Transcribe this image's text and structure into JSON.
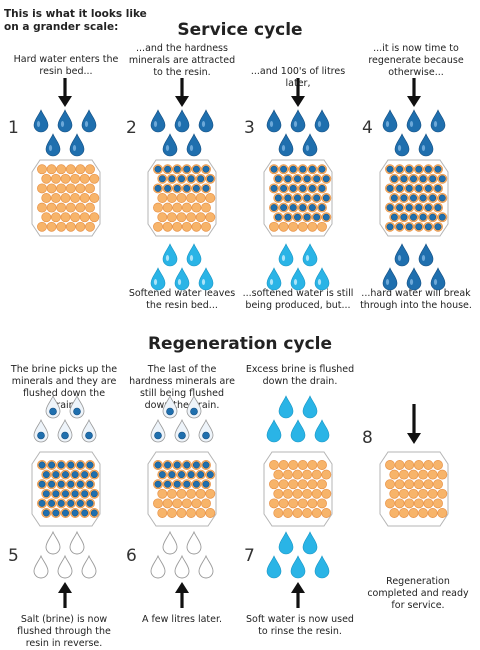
{
  "intro": "This is what it looks like on a grander scale:",
  "service": {
    "title": "Service cycle",
    "steps": [
      {
        "num": "1",
        "top": "Hard water enters the resin bed...",
        "bottom": ""
      },
      {
        "num": "2",
        "top": "...and the hardness minerals are attracted to the resin.",
        "bottom": "Softened water leaves the resin bed..."
      },
      {
        "num": "3",
        "top": "...and 100's of litres later,",
        "bottom": "...softened water is still being produced, but..."
      },
      {
        "num": "4",
        "top": "...it is now time to regenerate because otherwise...",
        "bottom": "...hard water will break through into the house."
      }
    ]
  },
  "regeneration": {
    "title": "Regeneration cycle",
    "steps": [
      {
        "num": "5",
        "top": "The brine picks up the minerals and they are flushed down the drain.",
        "bottom": "Salt (brine) is now flushed through the resin in reverse."
      },
      {
        "num": "6",
        "top": "The last of the hardness minerals are still being flushed down the drain.",
        "bottom": "A few litres later."
      },
      {
        "num": "7",
        "top": "Excess brine is flushed down the drain.",
        "bottom": "Soft water is now used to rinse the resin."
      },
      {
        "num": "8",
        "top": "",
        "bottom": "Regeneration completed and ready for service."
      }
    ]
  },
  "colors": {
    "resin": "#f7b46a",
    "resin_edge": "#e8944a",
    "hard": "#1f6fae",
    "hard_dark": "#124d80",
    "soft": "#2ab4e6",
    "outline": "#999999",
    "arrow": "#111111"
  }
}
